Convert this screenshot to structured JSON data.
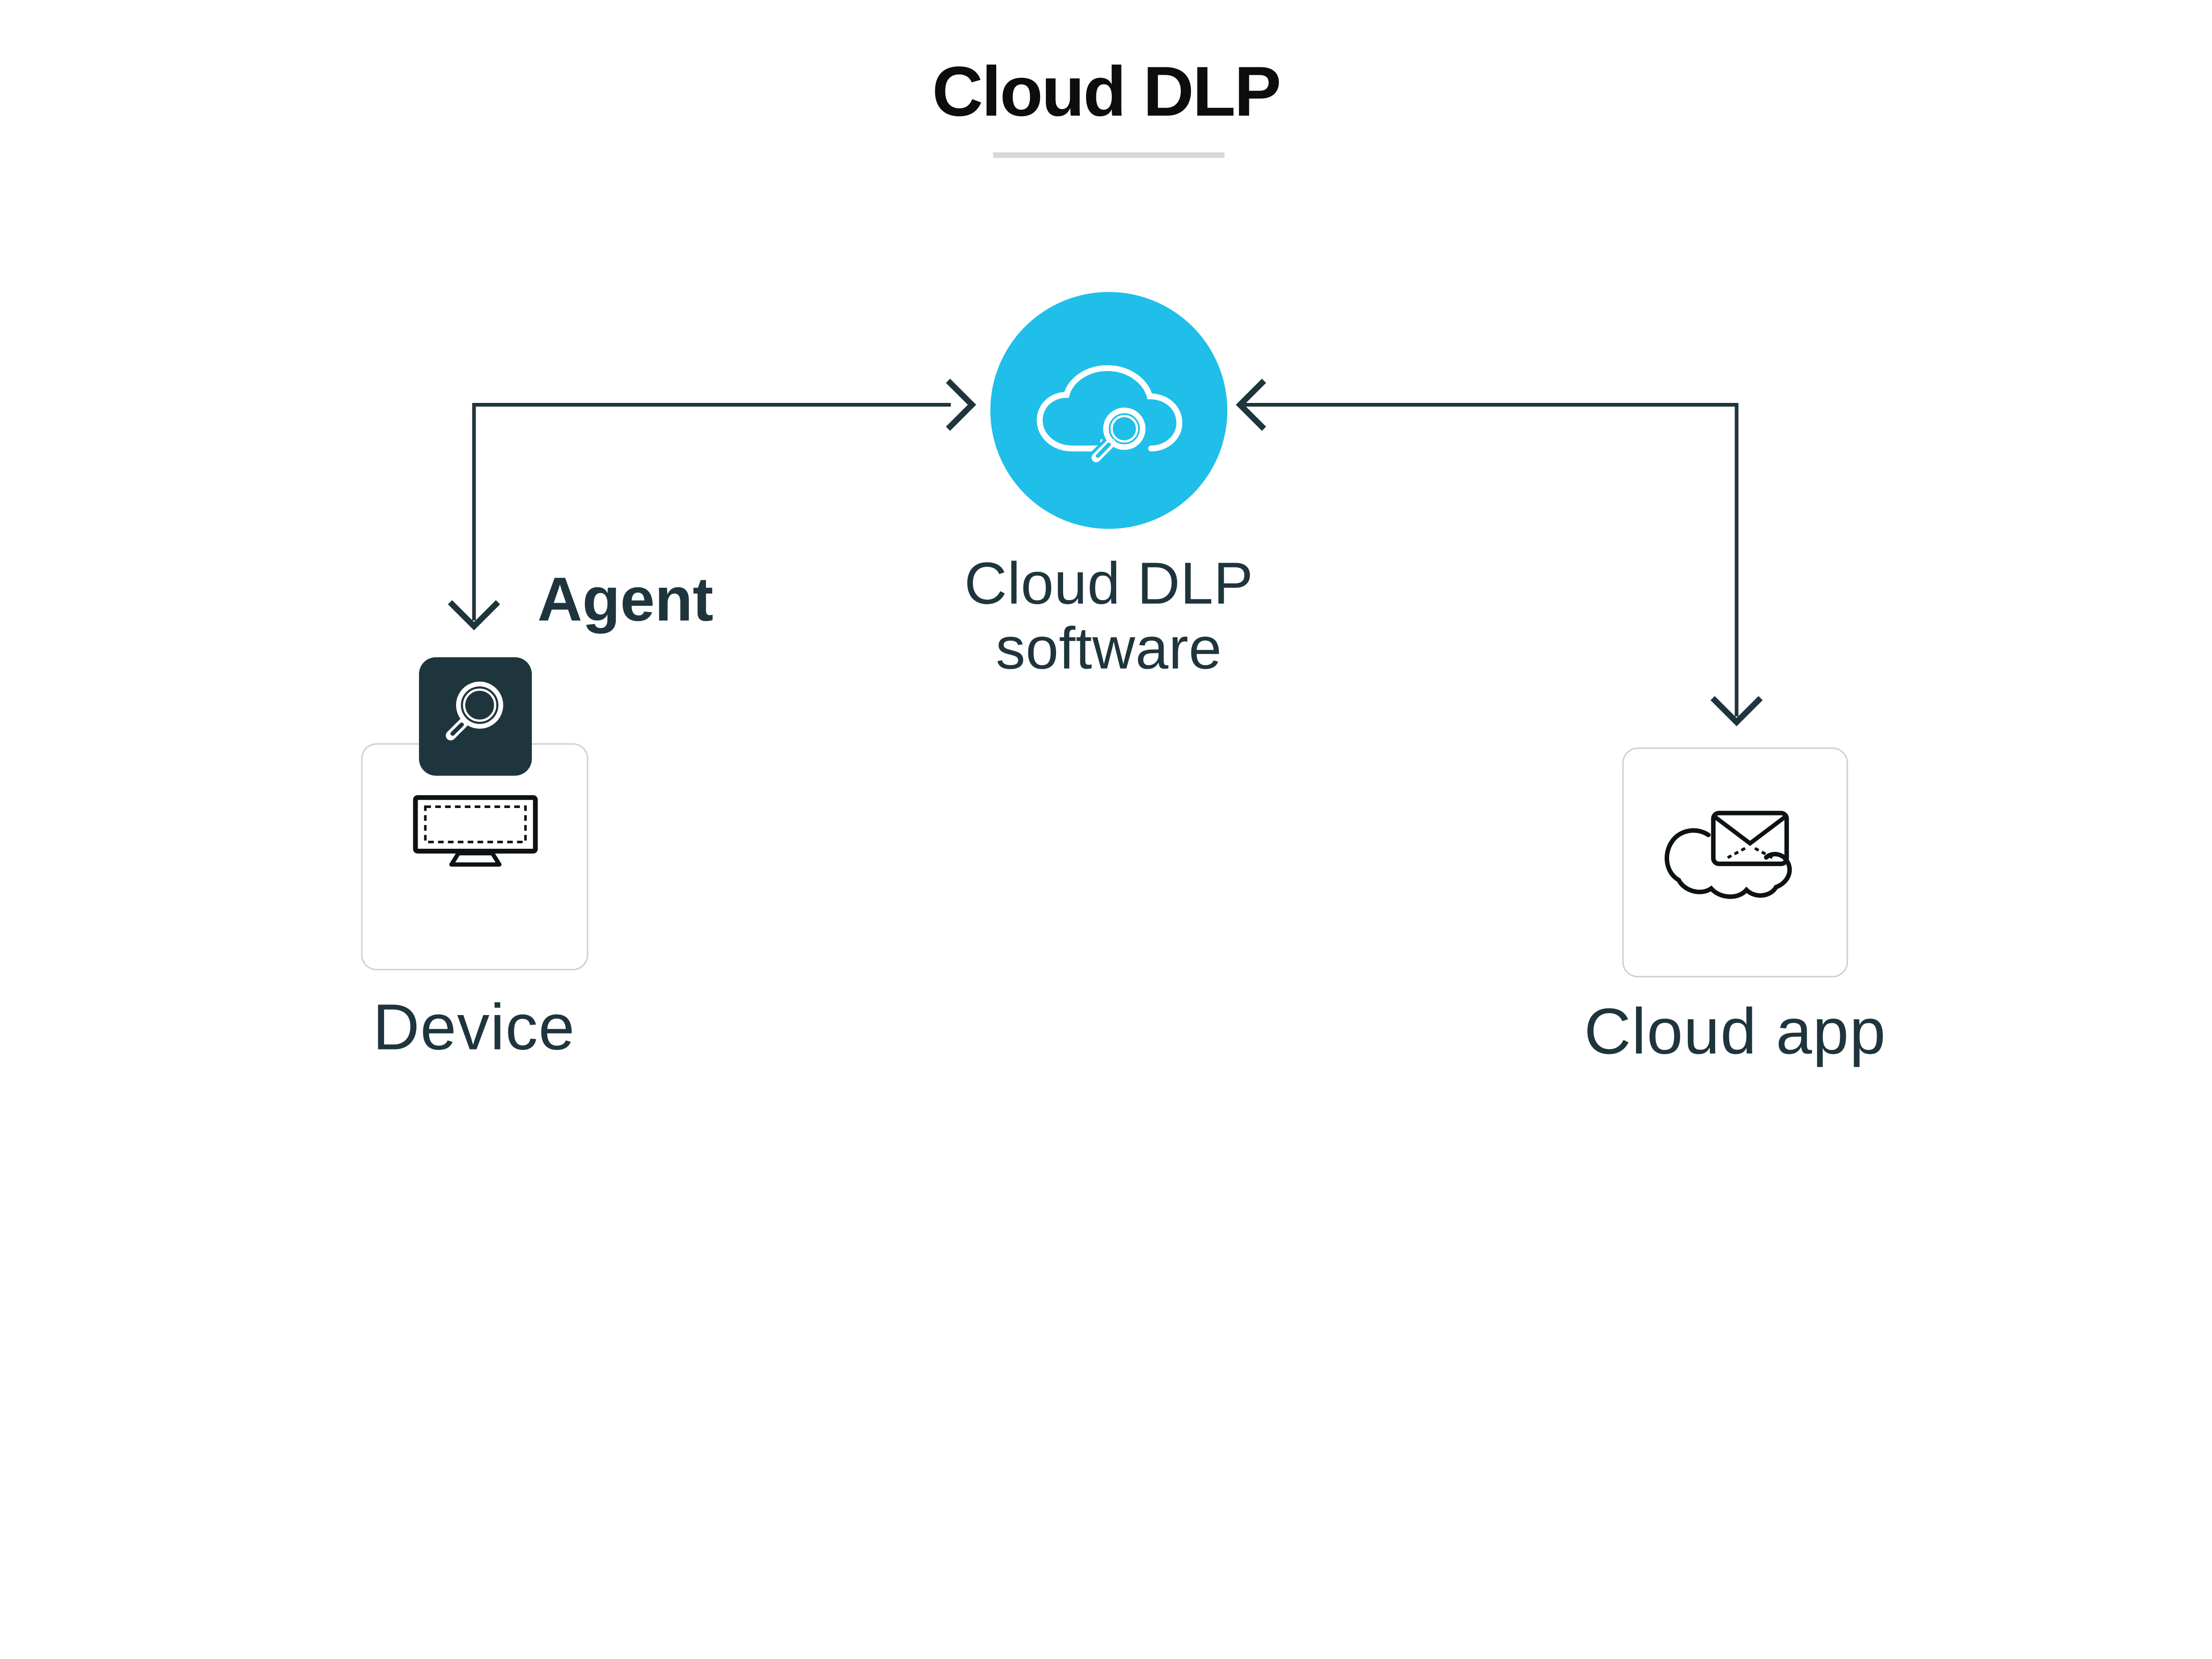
{
  "header": {
    "title": "Cloud DLP"
  },
  "hub": {
    "label_line1": "Cloud DLP",
    "label_line2": "software",
    "icon": "cloud-search-icon"
  },
  "device": {
    "badge_label": "Agent",
    "badge_icon": "magnifier-icon",
    "icon": "monitor-icon",
    "label": "Device"
  },
  "cloud_app": {
    "icon": "cloud-envelope-icon",
    "label": "Cloud app"
  },
  "colors": {
    "accent_cyan": "#1FBFE9",
    "dark_teal": "#1F353D",
    "title_black": "#0B0D0E",
    "icon_black": "#0D1315",
    "card_border": "#CFCFCF",
    "divider_gray": "#D8D8D8"
  }
}
